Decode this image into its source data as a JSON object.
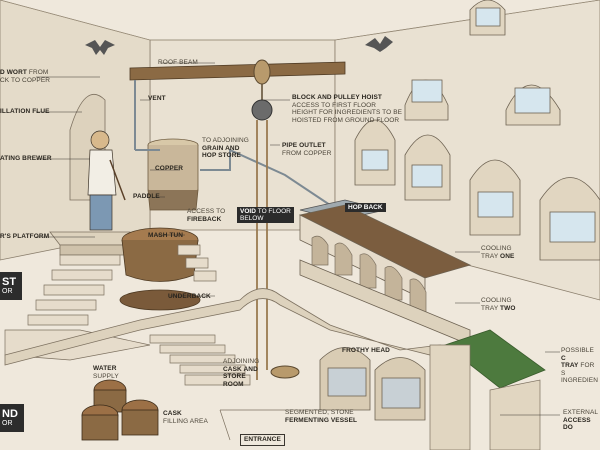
{
  "labels": {
    "roof_beam": {
      "bold": "",
      "text": "Roof Beam"
    },
    "wort": {
      "bold": "d Wort",
      "text": "From",
      "text2": "ck to Copper"
    },
    "flue": {
      "bold": "illation Flue",
      "text": ""
    },
    "brewer": {
      "bold": "ating Brewer",
      "text": ""
    },
    "vent": {
      "bold": "Vent",
      "text": ""
    },
    "copper": {
      "bold": "Copper",
      "text": ""
    },
    "grain": {
      "bold": "Grain and",
      "pre": "To Adjoining",
      "post": "Hop Store"
    },
    "pipe": {
      "bold": "Pipe Outlet",
      "text": "From Copper"
    },
    "hoist": {
      "bold": "Block and Pulley Hoist",
      "text": "Access to First Floor",
      "text2": "Height for Ingredients to be",
      "text3": "Hoisted from Ground Floor"
    },
    "paddle": {
      "bold": "Paddle",
      "text": ""
    },
    "fireback": {
      "pre": "Access to",
      "bold": "Fireback"
    },
    "void": {
      "bold": "Void",
      "mid": "to Floor",
      "post": "Below"
    },
    "hop_back": {
      "bold": "Hop Back"
    },
    "mash_tun": {
      "bold": "Mash Tun"
    },
    "platform": {
      "bold": "r's Platform"
    },
    "underback": {
      "bold": "Underback"
    },
    "cooling_one": {
      "pre": "Cooling",
      "pre2": "Tray",
      "bold": "One"
    },
    "cooling_two": {
      "pre": "Cooling",
      "pre2": "Tray",
      "bold": "Two"
    },
    "possible": {
      "pre": "Possible",
      "bold": "C",
      "bold2": "Tray",
      "post": "for S",
      "post2": "Ingredien"
    },
    "water": {
      "bold": "Water",
      "text": "Supply"
    },
    "cask_store": {
      "pre": "Adjoining",
      "bold": "Cask and",
      "bold2": "Store",
      "bold3": "Room"
    },
    "frothy": {
      "bold": "Frothy Head"
    },
    "cask_fill": {
      "bold": "Cask",
      "text": "Filling Area"
    },
    "segmented": {
      "pre": "Segmented, Stone",
      "bold": "Fermenting Vessel"
    },
    "external": {
      "pre": "External",
      "bold": "Access Do"
    },
    "entrance": {
      "text": "Entrance"
    }
  },
  "tabs": {
    "first": {
      "big": "st",
      "small": "or"
    },
    "second": {
      "big": "nd",
      "small": "or"
    }
  },
  "colors": {
    "paper": "#efe8dc",
    "stone": "#e6dccb",
    "stone_dark": "#cfc2ab",
    "wood": "#7a5a3a",
    "copper": "#c9b79a",
    "glass": "#d6e6ee",
    "moss": "#4d7a3e"
  }
}
